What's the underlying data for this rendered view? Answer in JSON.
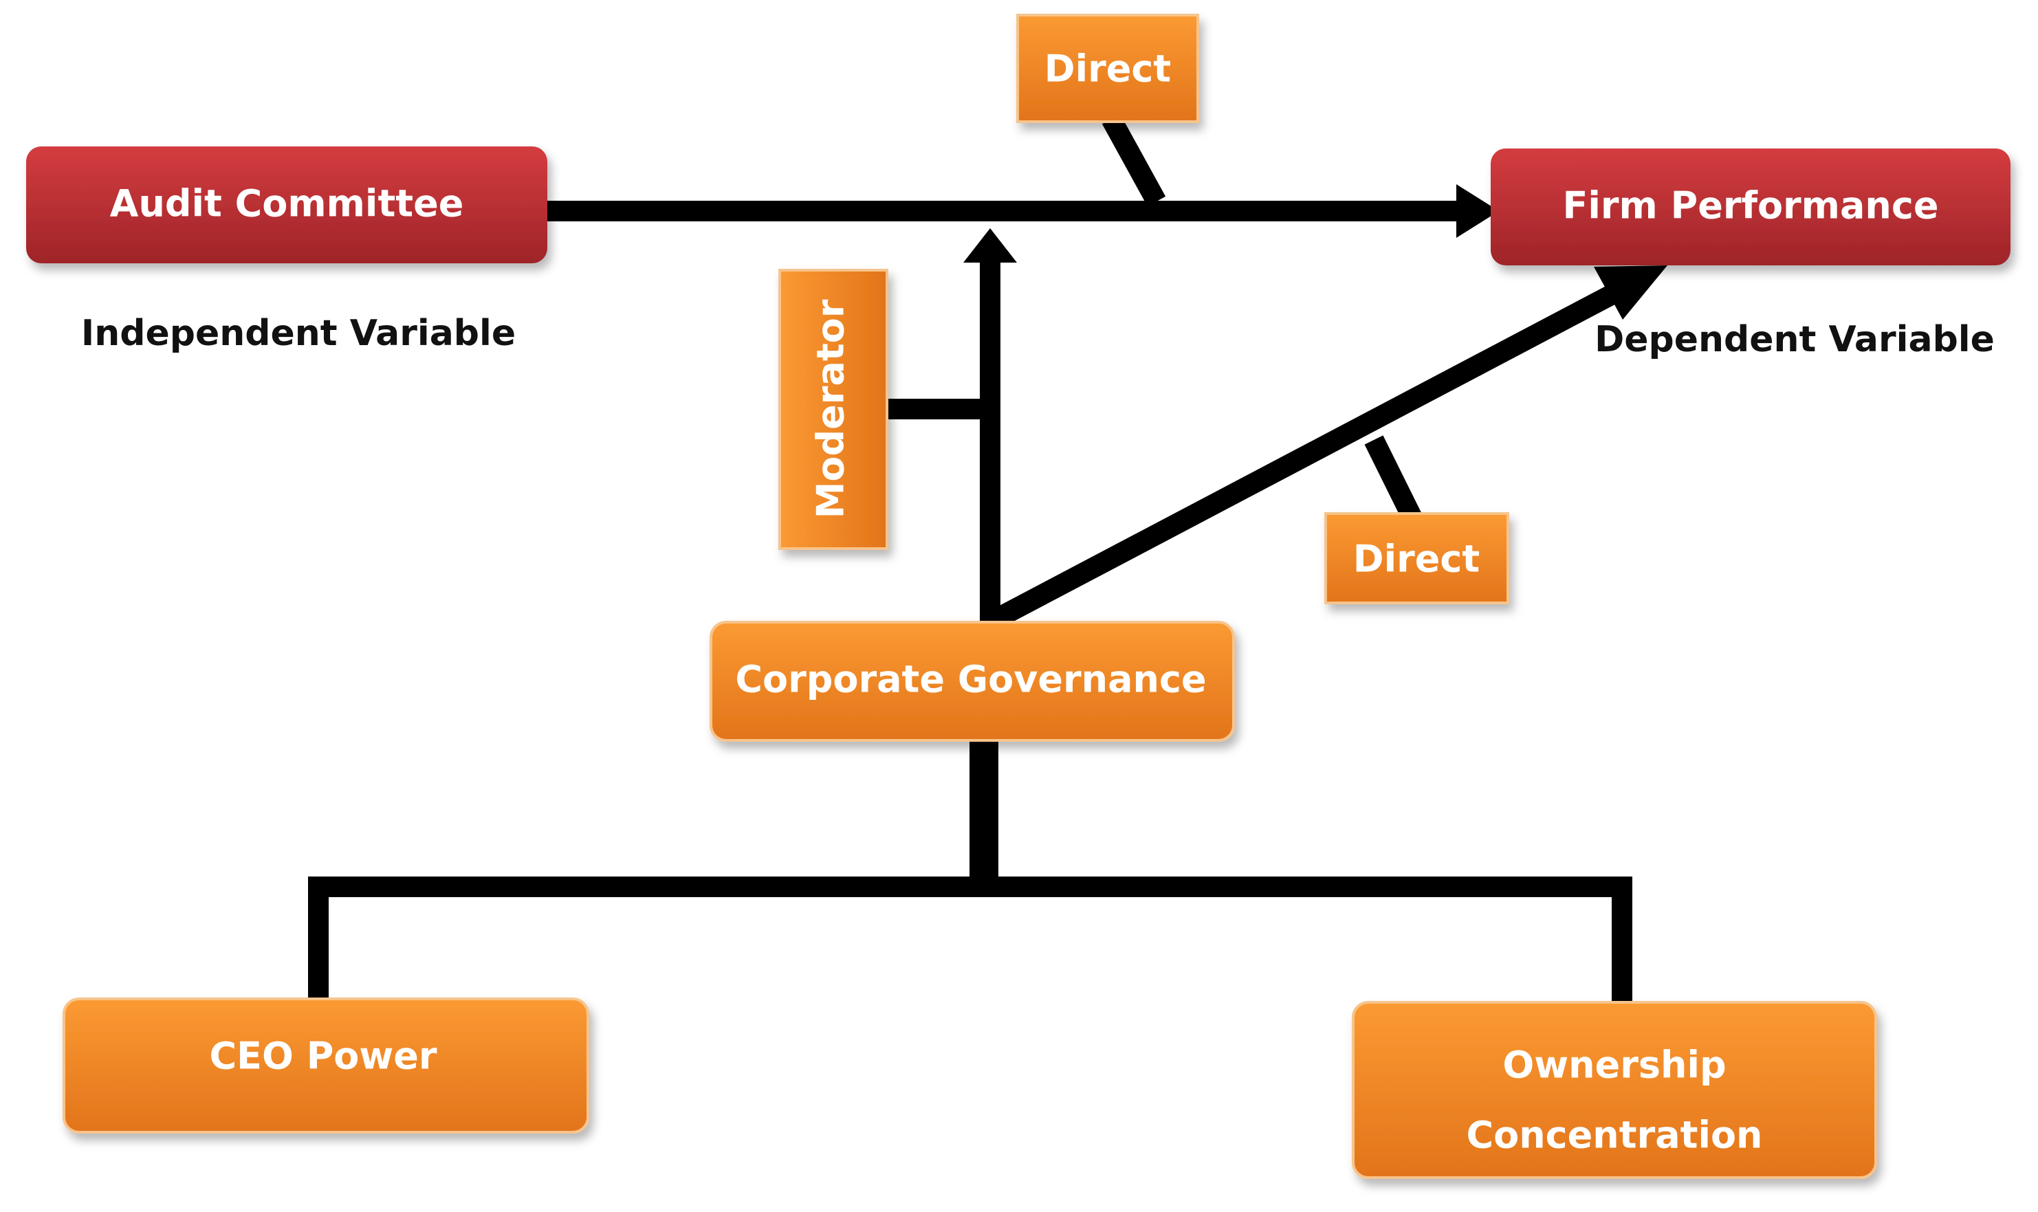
{
  "diagram": {
    "nodes": {
      "audit_committee": "Audit Committee",
      "firm_performance": "Firm Performance",
      "corporate_governance": "Corporate Governance",
      "ceo_power": "CEO Power",
      "ownership_line1": "Ownership",
      "ownership_line2": "Concentration"
    },
    "relation_labels": {
      "direct_top": "Direct",
      "direct_lower": "Direct",
      "moderator": "Moderator"
    },
    "annotations": {
      "independent_variable": "Independent Variable",
      "dependent_variable": "Dependent Variable"
    },
    "colors": {
      "red_box_top": "#d43c3f",
      "red_box_bottom": "#9e2428",
      "orange_box_top": "#fb9a33",
      "orange_box_bottom": "#e2741a",
      "orange_border": "#f7c48c",
      "connector": "#000000",
      "label_text": "#ffffff",
      "annotation_text": "#111111"
    }
  }
}
